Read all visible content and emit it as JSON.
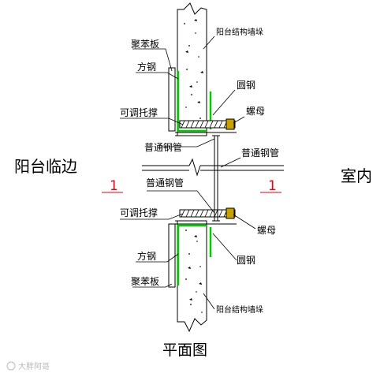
{
  "labels": {
    "wall_top": "阳台结构墙垛",
    "foam_board_top": "聚苯板",
    "square_steel_top": "方钢",
    "round_steel_top": "圆钢",
    "adjustable_support_top": "可调托撑",
    "nut_top": "螺母",
    "steel_pipe_left_top": "普通钢管",
    "steel_pipe_right": "普通钢管",
    "balcony_edge": "阳台临边",
    "indoor": "室内",
    "section_left": "1",
    "section_right": "1",
    "steel_pipe_left_bottom": "普通钢管",
    "adjustable_support_bottom": "可调托撑",
    "nut_bottom": "螺母",
    "square_steel_bottom": "方钢",
    "round_steel_bottom": "圆钢",
    "foam_board_bottom": "聚苯板",
    "wall_bottom": "阳台结构墙垛",
    "title": "平面图",
    "watermark": "大胖阿哥"
  },
  "colors": {
    "line": "#000000",
    "green_steel": "#00cc00",
    "section_mark": "#e60012",
    "screw_fill": "#c8a000"
  }
}
